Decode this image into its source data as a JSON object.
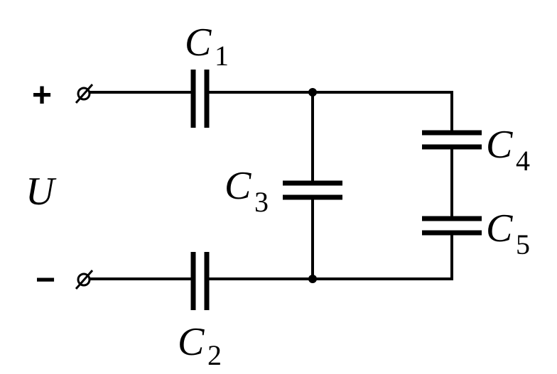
{
  "terminals": {
    "plus": {
      "sign": "+"
    },
    "minus": {
      "sign": "−"
    }
  },
  "voltage": {
    "letter": "U"
  },
  "capacitors": [
    {
      "id": "c1",
      "letter": "C",
      "sub": "1"
    },
    {
      "id": "c2",
      "letter": "C",
      "sub": "2"
    },
    {
      "id": "c3",
      "letter": "C",
      "sub": "3"
    },
    {
      "id": "c4",
      "letter": "C",
      "sub": "4"
    },
    {
      "id": "c5",
      "letter": "C",
      "sub": "5"
    }
  ]
}
